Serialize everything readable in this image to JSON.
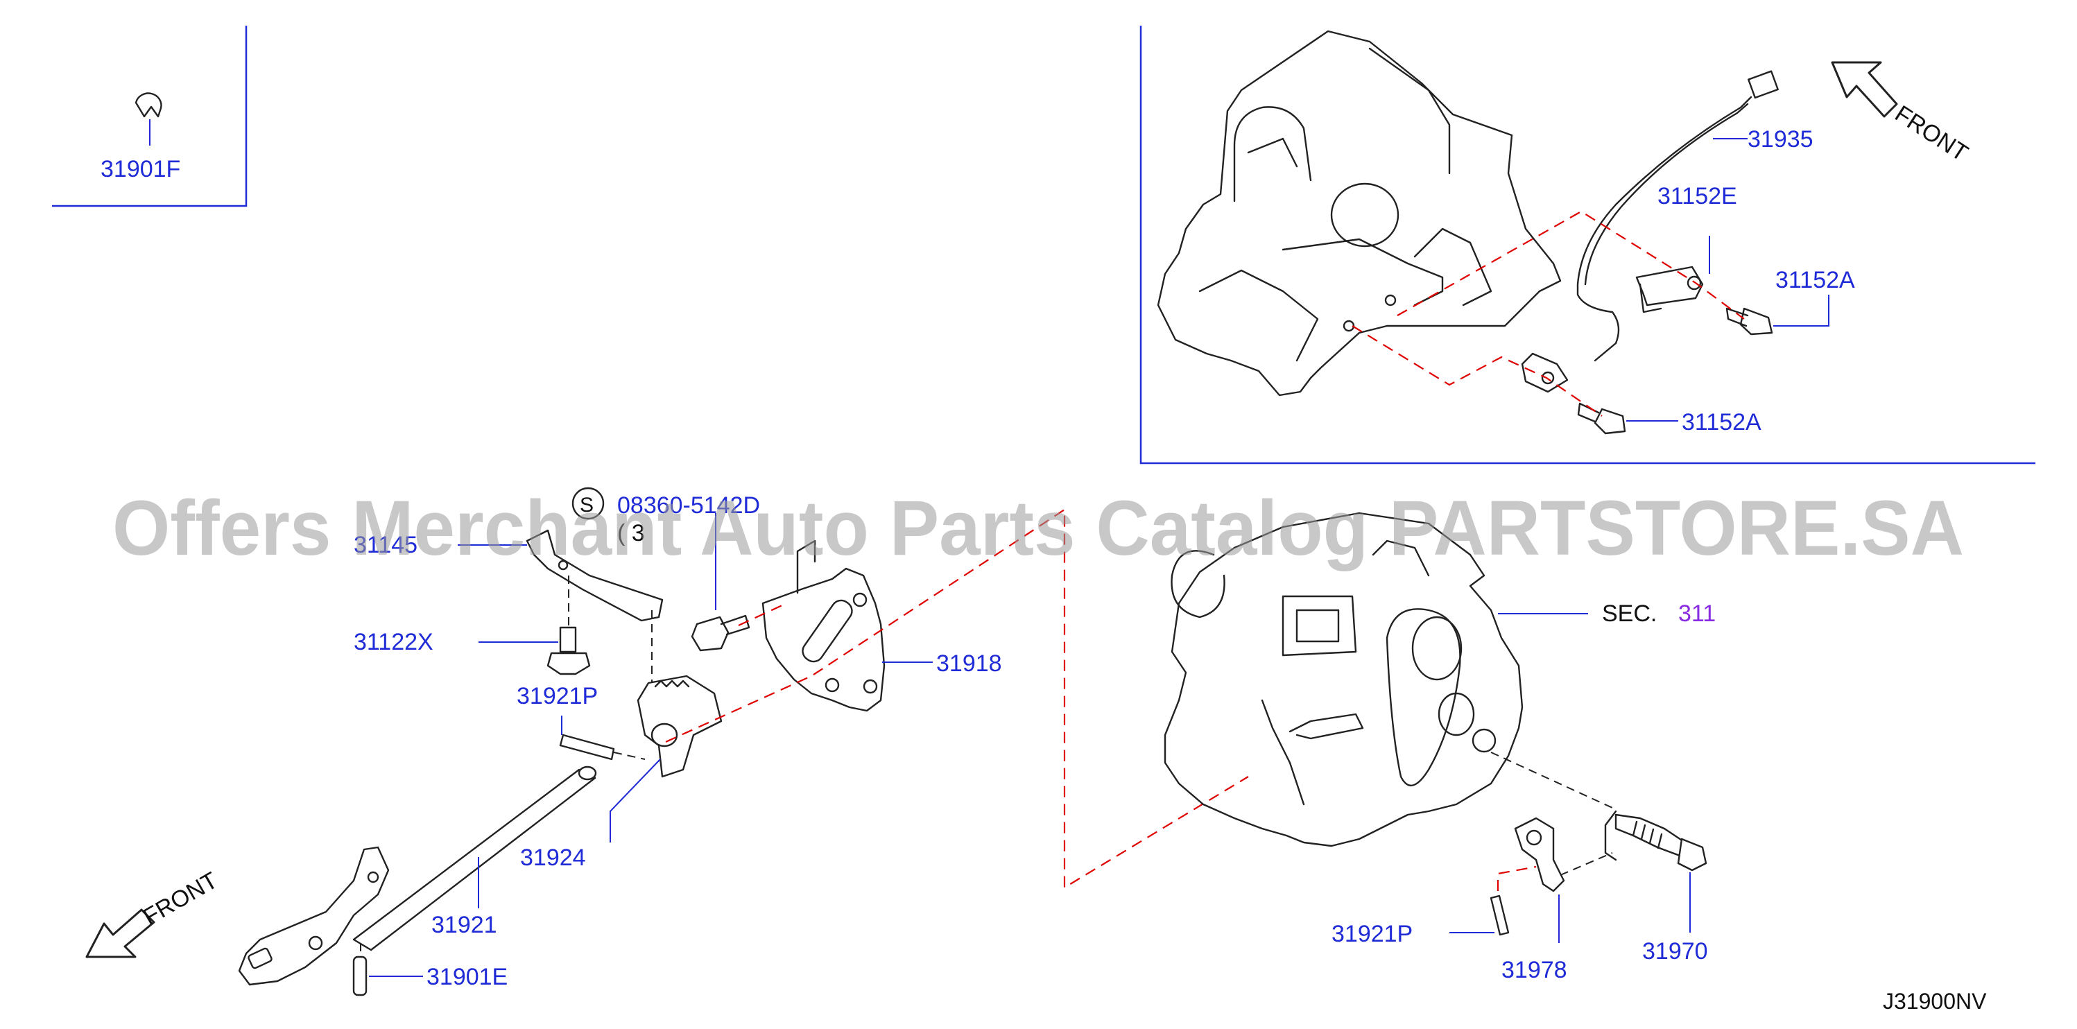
{
  "labels": {
    "p31901F": "31901F",
    "p31935": "31935",
    "p31152E": "31152E",
    "p31152A_top": "31152A",
    "p31152A_bottom": "31152A",
    "p08360": "08360-5142D",
    "p08360_qty": "( 3",
    "p31145": "31145",
    "p31122X": "31122X",
    "p31921P_left": "31921P",
    "p31918": "31918",
    "p31924": "31924",
    "p31921": "31921",
    "p31901E": "31901E",
    "sec_prefix": "SEC.",
    "sec_number": "311",
    "p31921P_right": "31921P",
    "p31978": "31978",
    "p31970": "31970",
    "diagram_code": "J31900NV",
    "s_symbol": "S"
  },
  "front_labels": {
    "top": "FRONT",
    "bottom": "FRONT"
  },
  "watermark": "Offers Merchant Auto Parts Catalog PARTSTORE.SA",
  "colors": {
    "label_blue": "#1f2bd6",
    "red_dash": "#e00000",
    "purple": "#8a2be2"
  }
}
